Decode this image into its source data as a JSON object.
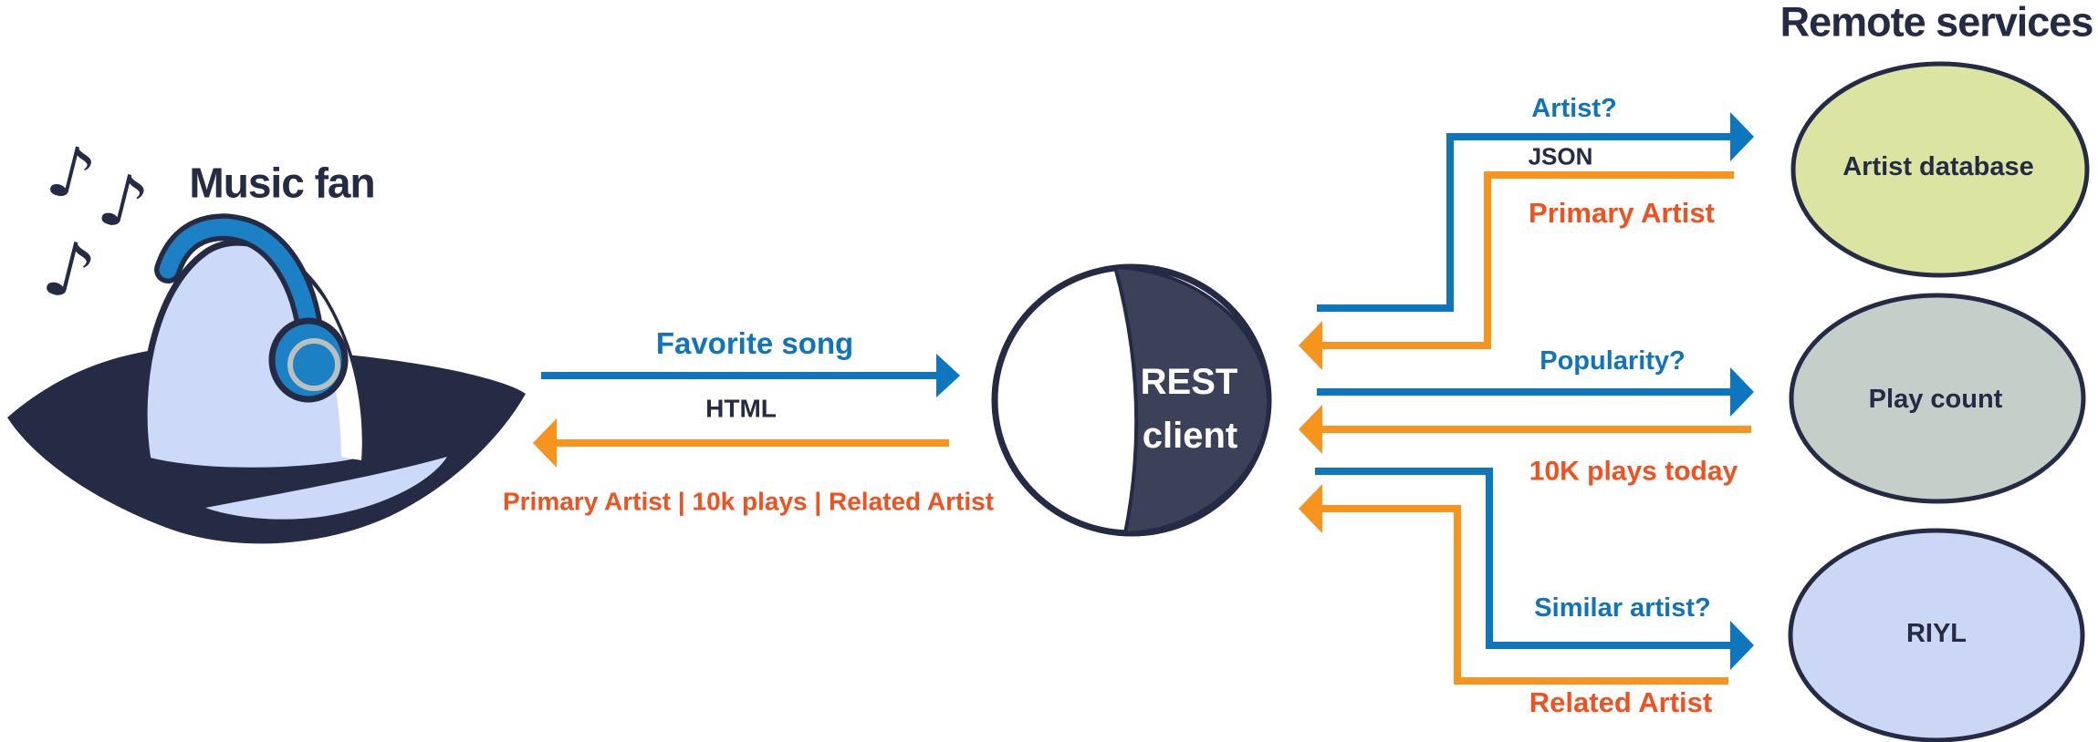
{
  "diagram": {
    "actor": {
      "label": "Music fan"
    },
    "remote_services_title": "Remote services",
    "client": {
      "line1": "REST",
      "line2": "client"
    },
    "client_exchange": {
      "request_label": "Favorite song",
      "request_format": "HTML",
      "response_label": "Primary Artist | 10k plays | Related Artist"
    },
    "services": [
      {
        "name": "Artist database",
        "fill": "#dce4a2",
        "request_label": "Artist?",
        "request_format": "JSON",
        "response_label": "Primary Artist"
      },
      {
        "name": "Play count",
        "fill": "#c5cfc9",
        "request_label": "Popularity?",
        "response_label": "10K plays today"
      },
      {
        "name": "RIYL",
        "fill": "#ccd7f5",
        "request_label": "Similar artist?",
        "response_label": "Related Artist"
      }
    ],
    "icons": {
      "music_note": "♪"
    },
    "colors": {
      "request_arrow_blue": "#0e76bd",
      "response_arrow_orange": "#f7941d",
      "navy": "#252a45",
      "response_text": "#f2511f",
      "head_fill": "#ccd9f8",
      "headphone_blue": "#1b80c4"
    }
  }
}
